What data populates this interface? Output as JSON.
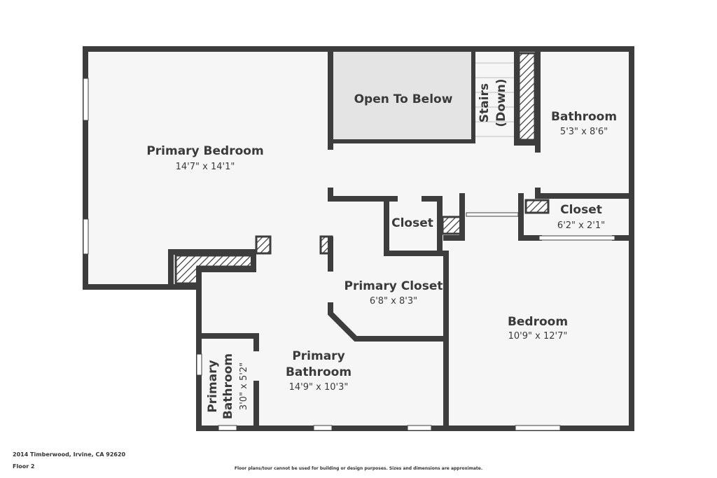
{
  "rooms": {
    "primary_bedroom": {
      "name": "Primary Bedroom",
      "dims": "14'7\" x 14'1\""
    },
    "open_to_below": {
      "name": "Open To Below"
    },
    "stairs": {
      "line1": "Stairs",
      "line2": "(Down)"
    },
    "bathroom": {
      "name": "Bathroom",
      "dims": "5'3\" x 8'6\""
    },
    "closet_small": {
      "name": "Closet"
    },
    "closet_right": {
      "name": "Closet",
      "dims": "6'2\" x 2'1\""
    },
    "primary_closet": {
      "name": "Primary Closet",
      "dims": "6'8\" x 8'3\""
    },
    "bedroom": {
      "name": "Bedroom",
      "dims": "10'9\" x 12'7\""
    },
    "primary_bathroom": {
      "line1": "Primary",
      "line2": "Bathroom",
      "dims": "14'9\" x 10'3\""
    },
    "primary_bathroom_small": {
      "line1": "Primary",
      "line2": "Bathroom",
      "dims": "3'0\" x 5'2\""
    }
  },
  "footer": {
    "address": "2014 Timberwood, Irvine, CA 92620",
    "floor": "Floor 2",
    "disclaimer": "Floor plans/tour cannot be used for building or design purposes. Sizes and dimensions are approximate."
  },
  "colors": {
    "wall": "#3d3d3d",
    "floor": "#f6f6f6",
    "open_area": "#e4e4e4"
  }
}
